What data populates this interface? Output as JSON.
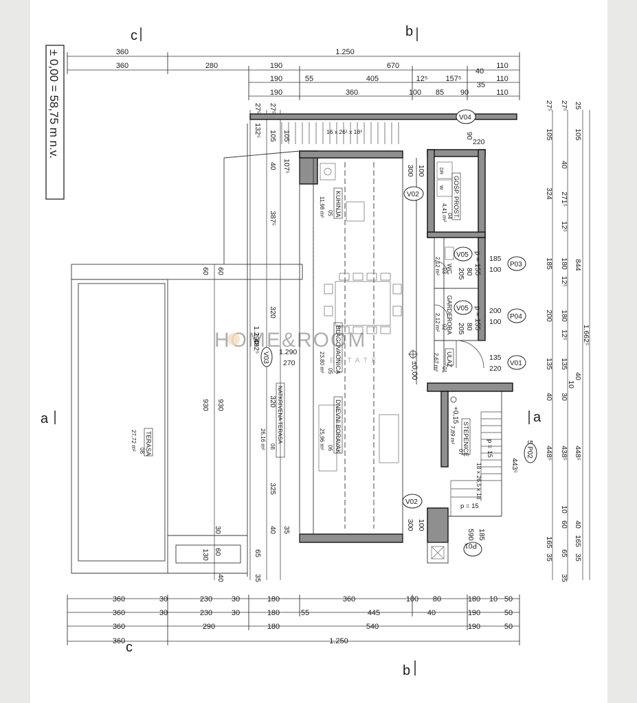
{
  "level_note": "± 0,00 = 58,75 m n.v.",
  "sections": {
    "a": "a",
    "b": "b",
    "c": "c"
  },
  "watermark": {
    "main": "HOME&ROOM",
    "sub": "ESTATE"
  },
  "top_dims": {
    "r1": [
      "360",
      "1.250"
    ],
    "r2": [
      "360",
      "280",
      "190",
      "670",
      "40",
      "110"
    ],
    "r3": [
      "190",
      "55",
      "405",
      "12⁵",
      "157⁵",
      "110",
      "35"
    ],
    "r4": [
      "190",
      "360",
      "100",
      "85",
      "90",
      "110"
    ]
  },
  "bottom_dims": {
    "r1": [
      "360",
      "30",
      "230",
      "30",
      "180",
      "360",
      "100",
      "80",
      "180",
      "10",
      "50"
    ],
    "r2": [
      "360",
      "30",
      "230",
      "30",
      "180",
      "55",
      "445",
      "40",
      "190",
      "50"
    ],
    "r3": [
      "360",
      "290",
      "180",
      "540",
      "190",
      "50"
    ],
    "r4": [
      "360",
      "1.250"
    ]
  },
  "left_dims": [
    "27⁵",
    "27⁵",
    "132⁵",
    "105",
    "105",
    "40",
    "107⁵",
    "387⁵",
    "60",
    "60",
    "320",
    "1.290",
    "1.432⁵",
    "930",
    "930",
    "320",
    "325",
    "30",
    "40",
    "35",
    "60",
    "130",
    "65",
    "40",
    "35"
  ],
  "right_dims": [
    "27⁵",
    "27⁵",
    "25",
    "105",
    "105",
    "40",
    "324",
    "271⁵",
    "12⁵",
    "185",
    "180",
    "12⁵",
    "844",
    "200",
    "180",
    "12⁵",
    "1.662⁵",
    "135",
    "135",
    "40",
    "10",
    "40",
    "30",
    "448⁵",
    "438⁵",
    "448⁵",
    "10",
    "60",
    "165",
    "35",
    "65",
    "35",
    "35",
    "165",
    "40",
    "590",
    "443⁵"
  ],
  "stairs_label": "16 x 26¹ x 18⁵",
  "rooms": [
    {
      "name": "KUHINJA",
      "num": "05",
      "area": "11,98 m²"
    },
    {
      "name": "GOSP. PROST.",
      "num": "04",
      "area": "4,41 m²"
    },
    {
      "name": "WC",
      "num": "03",
      "area": "2,12 m²"
    },
    {
      "name": "GARDEROBA",
      "num": "02",
      "area": "2,12 m²"
    },
    {
      "name": "BLAGOVAONICA",
      "num": "05",
      "area": "23,80 m²"
    },
    {
      "name": "ULAZ",
      "num": "01",
      "area": "2,67 m²"
    },
    {
      "name": "NATKRIVENA TERASA",
      "num": "08",
      "area": "26,16 m²"
    },
    {
      "name": "DNEVNI BORAVAK",
      "num": "06",
      "area": "25,96 m²"
    },
    {
      "name": "TERASA",
      "num": "08",
      "area": "27,72 m²"
    },
    {
      "name": "STEPENICE",
      "num": "07",
      "area": "7,89 m²"
    }
  ],
  "appliances": {
    "dr": "DR",
    "w": "W"
  },
  "tags": {
    "v04": "V04",
    "v02a": "V02",
    "v05a": "V05",
    "v05b": "V05",
    "v01": "V01",
    "v03": "V03",
    "v02b": "V02",
    "p03": "P03",
    "p04": "P04",
    "p02": "P02",
    "p01": "P01"
  },
  "notes": {
    "v04_220": "220",
    "v04_90": "90",
    "v02a_300": "300",
    "v02a_100": "100",
    "v05a_p": "p = 155",
    "v05a_80": "80",
    "v05a_205": "205",
    "v05b_p": "p = 155",
    "v05b_80": "80",
    "v05b_205": "205",
    "p03_185": "185",
    "p03_100": "100",
    "p04_200": "200",
    "p04_100": "100",
    "v01_135": "135",
    "v01_220": "220",
    "v03_1290": "1.290",
    "v03_270": "270",
    "v02b_100": "100",
    "v02b_300": "300",
    "p01_185": "185",
    "p01_590": "590",
    "stair_15a": "p = 15",
    "stair_dims": "18 x 26,5 x 18",
    "stair_15b": "p = 15",
    "level_015": "+0,15",
    "level_000": "±0,00"
  }
}
